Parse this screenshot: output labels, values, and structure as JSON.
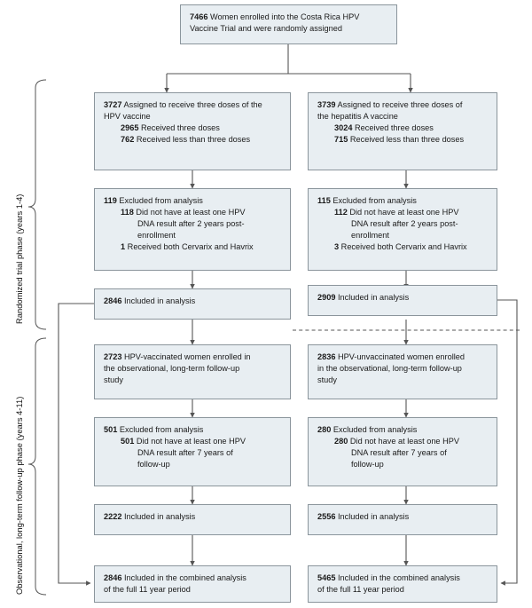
{
  "figure": {
    "type": "flow-diagram",
    "title": "CONSORT-style participant flow diagram for the Costa Rica HPV Vaccine Trial"
  },
  "phases": [
    {
      "id": "randomized",
      "label": "Randomized trial phase (years 1-4)"
    },
    {
      "id": "observational",
      "label": "Observational, long-term follow-up phase (years 4-11)"
    }
  ],
  "nodes": {
    "enrollment": {
      "lines": [
        {
          "num": "7466",
          "text": " Women enrolled into the Costa Rica HPV",
          "indent": 0
        },
        {
          "num": "",
          "text": "Vaccine Trial and were randomly assigned",
          "indent": 0
        }
      ]
    },
    "hpv_assigned": {
      "lines": [
        {
          "num": "3727",
          "text": " Assigned to receive three doses of the",
          "indent": 0
        },
        {
          "num": "",
          "text": "HPV vaccine",
          "indent": 0
        },
        {
          "num": "2965",
          "text": " Received three doses",
          "indent": 1
        },
        {
          "num": "762",
          "text": " Received less than three doses",
          "indent": 1
        }
      ]
    },
    "hepa_assigned": {
      "lines": [
        {
          "num": "3739",
          "text": " Assigned to receive three doses of",
          "indent": 0
        },
        {
          "num": "",
          "text": "the hepatitis A vaccine",
          "indent": 0
        },
        {
          "num": "3024",
          "text": " Received three doses",
          "indent": 1
        },
        {
          "num": "715",
          "text": " Received less than three doses",
          "indent": 1
        }
      ]
    },
    "hpv_excluded_trial": {
      "lines": [
        {
          "num": "119",
          "text": " Excluded from analysis",
          "indent": 0
        },
        {
          "num": "118",
          "text": " Did not have at least one HPV",
          "indent": 1
        },
        {
          "num": "",
          "text": "DNA result after 2 years post-",
          "indent": 2
        },
        {
          "num": "",
          "text": "enrollment",
          "indent": 2
        },
        {
          "num": "1",
          "text": " Received both Cervarix and Havrix",
          "indent": 1
        }
      ]
    },
    "hepa_excluded_trial": {
      "lines": [
        {
          "num": "115",
          "text": " Excluded from analysis",
          "indent": 0
        },
        {
          "num": "112",
          "text": " Did not have at least one HPV",
          "indent": 1
        },
        {
          "num": "",
          "text": "DNA result after 2 years post-",
          "indent": 2
        },
        {
          "num": "",
          "text": "enrollment",
          "indent": 2
        },
        {
          "num": "3",
          "text": " Received both Cervarix and Havrix",
          "indent": 1
        }
      ]
    },
    "hpv_included_trial": {
      "lines": [
        {
          "num": "2846",
          "text": " Included in analysis",
          "indent": 0
        }
      ]
    },
    "hepa_included_trial": {
      "lines": [
        {
          "num": "2909",
          "text": " Included in analysis",
          "indent": 0
        }
      ]
    },
    "hpv_ltfu_enrolled": {
      "lines": [
        {
          "num": "2723",
          "text": " HPV-vaccinated women enrolled in",
          "indent": 0
        },
        {
          "num": "",
          "text": "the observational, long-term follow-up",
          "indent": 0
        },
        {
          "num": "",
          "text": "study",
          "indent": 0
        }
      ]
    },
    "unvax_ltfu_enrolled": {
      "lines": [
        {
          "num": "2836",
          "text": " HPV-unvaccinated women enrolled",
          "indent": 0
        },
        {
          "num": "",
          "text": "in the observational, long-term follow-up",
          "indent": 0
        },
        {
          "num": "",
          "text": "study",
          "indent": 0
        }
      ]
    },
    "hpv_excluded_ltfu": {
      "lines": [
        {
          "num": "501",
          "text": " Excluded from analysis",
          "indent": 0
        },
        {
          "num": "501",
          "text": " Did not have at least one HPV",
          "indent": 1
        },
        {
          "num": "",
          "text": "DNA result after 7 years of",
          "indent": 2
        },
        {
          "num": "",
          "text": "follow-up",
          "indent": 2
        }
      ]
    },
    "unvax_excluded_ltfu": {
      "lines": [
        {
          "num": "280",
          "text": " Excluded from analysis",
          "indent": 0
        },
        {
          "num": "280",
          "text": " Did not have at least one HPV",
          "indent": 1
        },
        {
          "num": "",
          "text": "DNA result after 7 years of",
          "indent": 2
        },
        {
          "num": "",
          "text": "follow-up",
          "indent": 2
        }
      ]
    },
    "hpv_included_ltfu": {
      "lines": [
        {
          "num": "2222",
          "text": " Included in analysis",
          "indent": 0
        }
      ]
    },
    "unvax_included_ltfu": {
      "lines": [
        {
          "num": "2556",
          "text": " Included in analysis",
          "indent": 0
        }
      ]
    },
    "hpv_combined": {
      "lines": [
        {
          "num": "2846",
          "text": " Included in the combined analysis",
          "indent": 0
        },
        {
          "num": "",
          "text": "of the full 11 year period",
          "indent": 0
        }
      ]
    },
    "unvax_combined": {
      "lines": [
        {
          "num": "5465",
          "text": " Included in the combined analysis",
          "indent": 0
        },
        {
          "num": "",
          "text": "of the full 11 year period",
          "indent": 0
        }
      ]
    }
  },
  "style": {
    "box_fill": "#e8eef2",
    "box_border": "#8b959c",
    "line_color": "#555555",
    "text_color": "#1a1a1a",
    "background": "#ffffff"
  }
}
